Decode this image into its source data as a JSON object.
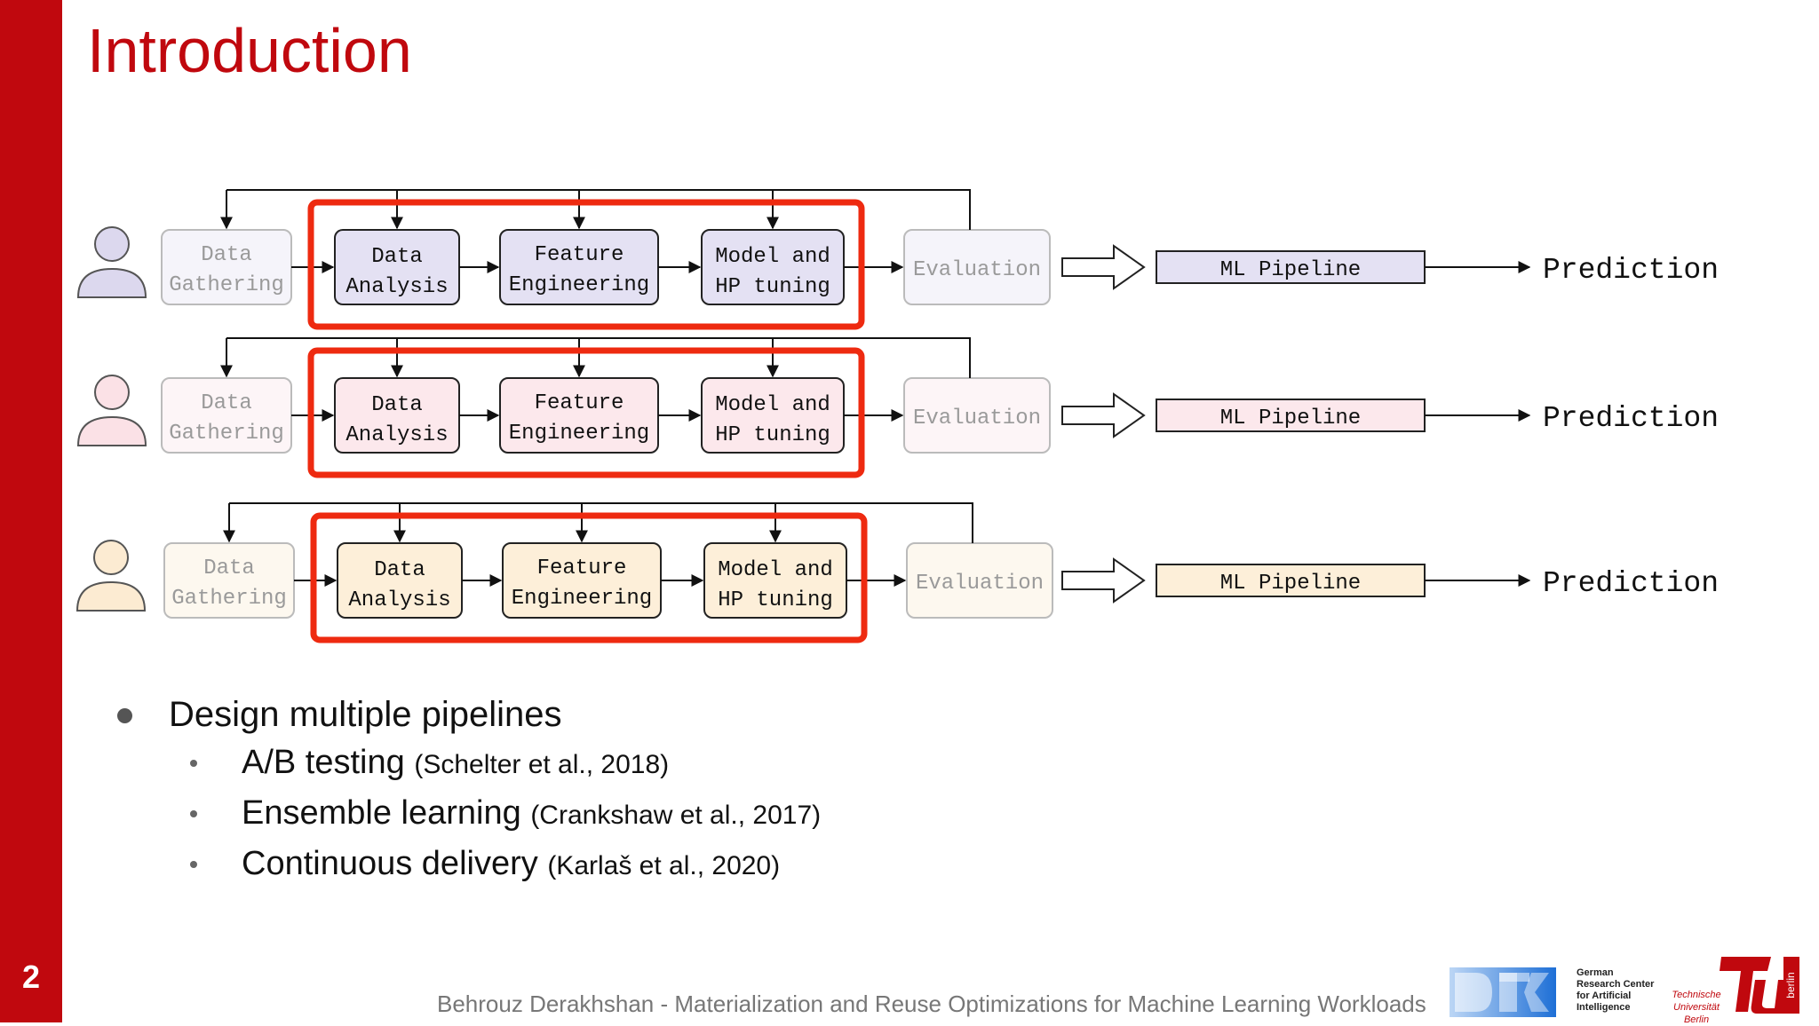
{
  "slide": {
    "title": "Introduction",
    "number": "2",
    "footer": "Behrouz Derakhshan - Materialization and Reuse Optimizations for Machine Learning Workloads"
  },
  "diagram": {
    "stage_labels": {
      "data_gathering": [
        "Data",
        "Gathering"
      ],
      "data_analysis": [
        "Data",
        "Analysis"
      ],
      "feature_engineering": [
        "Feature",
        "Engineering"
      ],
      "model_tuning": [
        "Model and",
        "HP tuning"
      ],
      "evaluation": "Evaluation",
      "ml_pipeline": "ML Pipeline",
      "prediction": "Prediction"
    },
    "rows": [
      {
        "user_fill": "#dcd8ee",
        "stage_fill": "#e4e1f3",
        "faded_fill": "#f5f4fa"
      },
      {
        "user_fill": "#fbe1e6",
        "stage_fill": "#fce8ec",
        "faded_fill": "#fdf5f7"
      },
      {
        "user_fill": "#fcebd2",
        "stage_fill": "#fdefd9",
        "faded_fill": "#fdf8ef"
      }
    ],
    "highlight_color": "#ee2a10"
  },
  "bullets": {
    "main": "Design multiple pipelines",
    "sub": [
      {
        "text": "A/B testing",
        "cite": "(Schelter et al., 2018)"
      },
      {
        "text": "Ensemble learning",
        "cite": "(Crankshaw et al., 2017)"
      },
      {
        "text": "Continuous delivery",
        "cite": "(Karlaš et al., 2020)"
      }
    ]
  },
  "logos": {
    "dfki": [
      "German",
      "Research Center",
      "for Artificial",
      "Intelligence"
    ],
    "tu": [
      "Technische",
      "Universität",
      "Berlin"
    ],
    "tu_berlin_tag": "berlin"
  }
}
